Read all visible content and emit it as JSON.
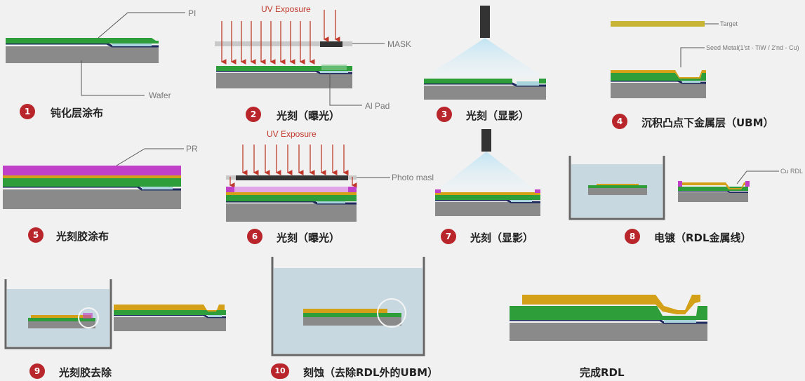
{
  "steps": [
    {
      "num": "1",
      "title": "钝化层涂布"
    },
    {
      "num": "2",
      "title": "光刻（曝光）"
    },
    {
      "num": "3",
      "title": "光刻（显影）"
    },
    {
      "num": "4",
      "title": "沉积凸点下金属层（UBM）"
    },
    {
      "num": "5",
      "title": "光刻胶涂布"
    },
    {
      "num": "6",
      "title": "光刻（曝光）"
    },
    {
      "num": "7",
      "title": "光刻（显影）"
    },
    {
      "num": "8",
      "title": "电镀（RDL金属线）"
    },
    {
      "num": "9",
      "title": "光刻胶去除"
    },
    {
      "num": "10",
      "title": "刻蚀（去除RDL外的UBM）"
    }
  ],
  "final_title": "完成RDL",
  "labels": {
    "pi": "PI",
    "wafer": "Wafer",
    "uv_exposure_1": "UV Exposure",
    "mask": "MASK",
    "al_pad": "Al Pad",
    "target": "Target",
    "seed_metal": "Seed Metal(1'st - TiW / 2'nd - Cu)",
    "pr": "PR",
    "uv_exposure_2": "UV Exposure",
    "photo_mask": "Photo masl",
    "cu_rdl": "Cu RDL"
  },
  "colors": {
    "badge": "#b8262b",
    "uv_arrow": "#c0392b",
    "green_pi": "#2e9e3a",
    "navy": "#1e2a5e",
    "wafer": "#8a8a8a",
    "pad": "#a9d4dc",
    "photoresist": "#c040c8",
    "copper_gold": "#d4a017",
    "bath": "#c8d8e0"
  }
}
